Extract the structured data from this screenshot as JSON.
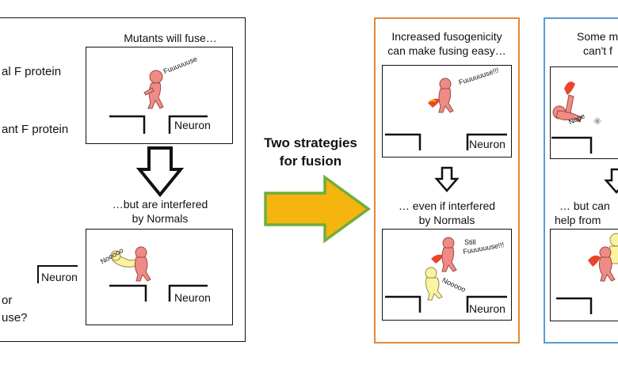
{
  "left_section": {
    "label_normal": "al F protein",
    "label_mutant": "ant F protein",
    "bottom_text_1": "or",
    "bottom_text_2": "use?",
    "neuron_outside": "Neuron",
    "top_caption": "Mutants will fuse…",
    "top_speech": "Fuuuuuuse",
    "top_neuron": "Neuron",
    "middle_caption_1": "…but are interfered",
    "middle_caption_2": "by Normals",
    "bottom_speech": "Nooooo",
    "bottom_neuron": "Neuron"
  },
  "arrow_block": {
    "title_line1": "Two strategies",
    "title_line2": "for fusion"
  },
  "orange_section": {
    "caption_1": "Increased fusogenicity",
    "caption_2": "can make fusing easy…",
    "top_speech": "Fuuuuuuse!!!",
    "top_neuron": "Neuron",
    "middle_caption_1": "… even if interfered",
    "middle_caption_2": "by Normals",
    "bottom_speech_1": "Still",
    "bottom_speech_2": "Fuuuuuuse!!!",
    "bottom_speech_3": "Nooooo",
    "bottom_neuron": "Neuron"
  },
  "blue_section": {
    "caption_1": "Some m",
    "caption_2": "can't f",
    "top_speech": "Nope",
    "middle_caption_1": "… but can",
    "middle_caption_2": "help from"
  },
  "colors": {
    "orange_border": "#e0893a",
    "blue_border": "#5b9bd5",
    "arrow_fill": "#f6b40e",
    "arrow_stroke": "#6fae3c",
    "mutant": "#f08a84",
    "normal": "#fbf3a2",
    "flame": "#e8472b"
  }
}
